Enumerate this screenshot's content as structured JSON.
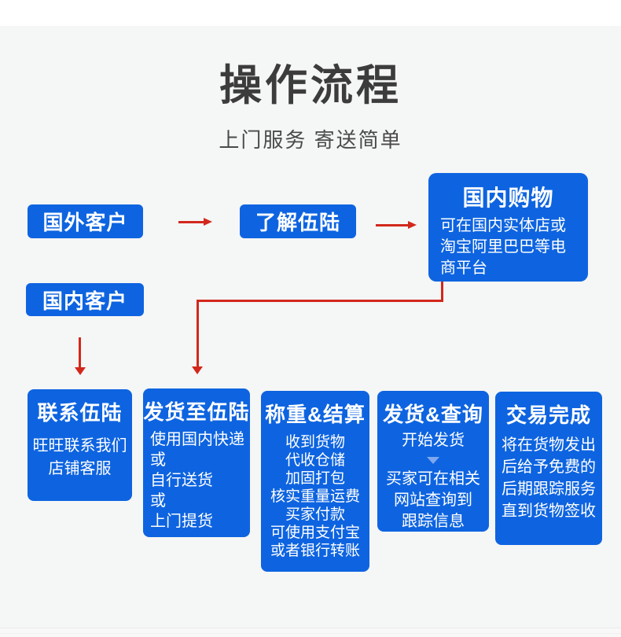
{
  "page": {
    "title": "操作流程",
    "subtitle": "上门服务 寄送简单"
  },
  "colors": {
    "accent_blue": "#0e64e0",
    "arrow_red": "#d2281c",
    "background_gray": "#f5f6f6",
    "title_text": "#3c3c3c"
  },
  "flow": {
    "foreign_customer_label": "国外客户",
    "learn_label": "了解伍陆",
    "domestic_customer_label": "国内客户",
    "domestic_shopping": {
      "title": "国内购物",
      "body": "可在国内实体店或淘宝阿里巴巴等电商平台"
    }
  },
  "steps": [
    {
      "title": "联系伍陆",
      "lines": [
        "旺旺联系我们",
        "店铺客服"
      ]
    },
    {
      "title": "发货至伍陆",
      "lines": [
        "使用国内快递",
        "或",
        "自行送货",
        "或",
        "上门提货"
      ]
    },
    {
      "title": "称重&结算",
      "lines": [
        "收到货物",
        "代收仓储",
        "加固打包",
        "核实重量运费",
        "买家付款",
        "可使用支付宝",
        "或者银行转账"
      ]
    },
    {
      "title": "发货&查询",
      "lines_top": [
        "开始发货"
      ],
      "lines_bottom": [
        "买家可在相关",
        "网站查询到",
        "跟踪信息"
      ]
    },
    {
      "title": "交易完成",
      "lines": [
        "将在货物发出",
        "后给予免费的",
        "后期跟踪服务",
        "直到货物签收"
      ]
    }
  ]
}
